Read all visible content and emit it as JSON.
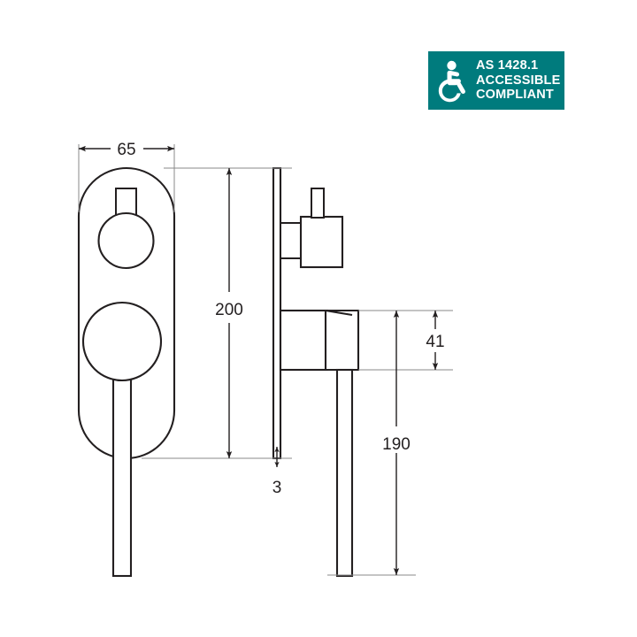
{
  "badge": {
    "icon": "wheelchair-accessible-icon",
    "background_color": "#007B7D",
    "text_color": "#FFFFFF",
    "line1": "AS 1428.1",
    "line2": "ACCESSIBLE",
    "line3": "COMPLIANT"
  },
  "drawing": {
    "line_color": "#231f20",
    "dimension_color": "#231f20",
    "dimensions": {
      "width_65": "65",
      "height_200": "200",
      "thickness_3": "3",
      "handle_41": "41",
      "handle_190": "190"
    },
    "views": {
      "front_label": "front-elevation-view",
      "side_label": "side-elevation-view"
    }
  }
}
